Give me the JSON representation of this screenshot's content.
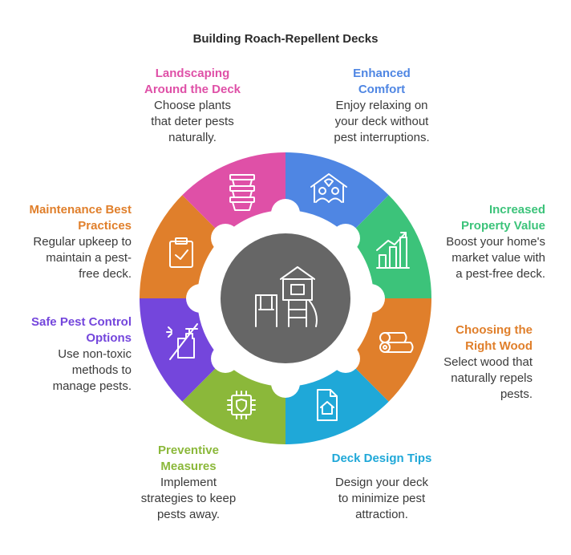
{
  "title": "Building Roach-Repellent Decks",
  "segments": [
    {
      "key": "enhanced-comfort",
      "heading": "Enhanced\nComfort",
      "description": "Enjoy relaxing on\nyour deck without\npest interruptions.",
      "color": "#4f86e3",
      "icon": "family-home-icon"
    },
    {
      "key": "property-value",
      "heading": "Increased\nProperty Value",
      "description": "Boost your home's\nmarket value with\na pest-free deck.",
      "color": "#3cc37a",
      "icon": "growth-chart-icon"
    },
    {
      "key": "right-wood",
      "heading": "Choosing the\nRight Wood",
      "description": "Select wood that\nnaturally repels\npests.",
      "color": "#e07f2b",
      "icon": "wood-logs-icon"
    },
    {
      "key": "design-tips",
      "heading": "Deck Design Tips",
      "description": "Design your deck\nto minimize pest\nattraction.",
      "color": "#1fa8d8",
      "icon": "house-document-icon"
    },
    {
      "key": "preventive",
      "heading": "Preventive\nMeasures",
      "description": "Implement\nstrategies to keep\npests away.",
      "color": "#8bb83a",
      "icon": "shield-chip-icon"
    },
    {
      "key": "safe-control",
      "heading": "Safe Pest Control\nOptions",
      "description": "Use non-toxic\nmethods to\nmanage pests.",
      "color": "#7446dc",
      "icon": "spray-bottle-icon"
    },
    {
      "key": "maintenance",
      "heading": "Maintenance Best\nPractices",
      "description": "Regular upkeep to\nmaintain a pest-\nfree deck.",
      "color": "#e07f2b",
      "icon": "clipboard-check-icon"
    },
    {
      "key": "landscaping",
      "heading": "Landscaping\nAround the Deck",
      "description": "Choose plants\nthat deter pests\nnaturally.",
      "color": "#df50a7",
      "icon": "stacked-pots-icon"
    }
  ],
  "center": {
    "color": "#666666",
    "icon": "playhouse-icon"
  }
}
